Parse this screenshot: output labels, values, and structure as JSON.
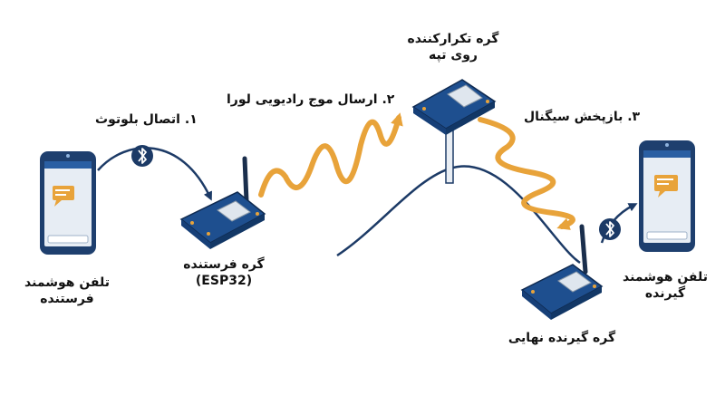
{
  "steps": {
    "step1": "۱. اتصال بلوتوث",
    "step2": "۲. ارسال موج رادیویی لورا",
    "step3": "۳. بازپخش سیگنال"
  },
  "nodes": {
    "sender_phone": {
      "line1": "تلفن هوشمند",
      "line2": "فرستنده"
    },
    "sender_node": {
      "line1": "گره فرستنده",
      "line2": "(ESP32)"
    },
    "repeater": {
      "line1": "گره تکرارکننده",
      "line2": "روی تپه"
    },
    "receiver_node": {
      "line1": "گره گیرنده نهایی"
    },
    "receiver_phone": {
      "line1": "تلفن هوشمند",
      "line2": "گیرنده"
    }
  },
  "icons": [
    "bluetooth-icon",
    "chat-bubble-icon"
  ],
  "colors": {
    "navy": "#1c3a66",
    "blue": "#2a5fa3",
    "orange": "#e8a33a",
    "board": "#1e4f8f",
    "chip": "#dfe6ee"
  }
}
